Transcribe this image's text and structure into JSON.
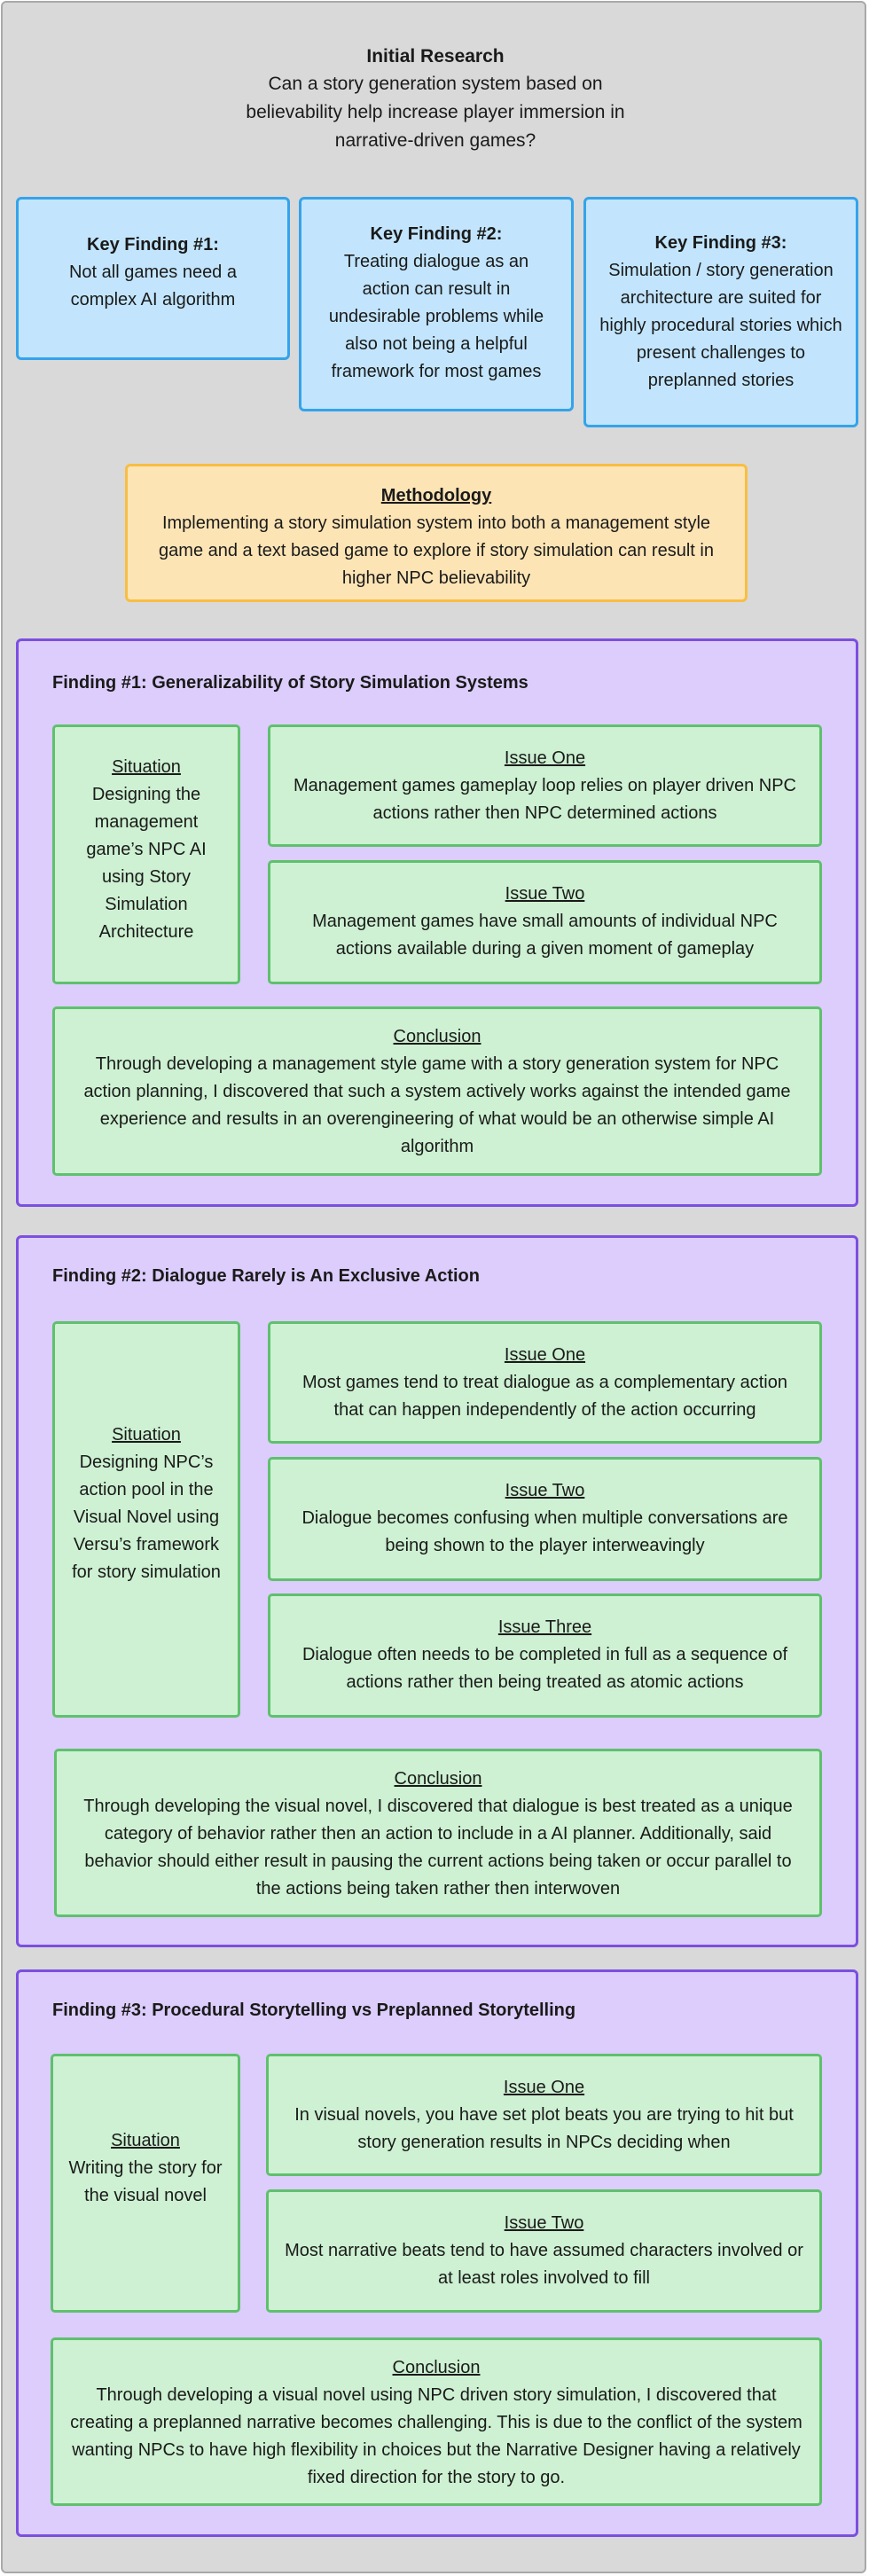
{
  "intro": {
    "title": "Initial Research",
    "question": "Can a story generation system based on believability help increase player immersion in narrative-driven games?"
  },
  "key_findings": [
    {
      "title": "Key Finding #1:",
      "text": "Not all games need a complex AI algorithm"
    },
    {
      "title": "Key Finding #2:",
      "text": "Treating dialogue as an action can result in undesirable problems while also not being a helpful framework for most games"
    },
    {
      "title": "Key Finding #3:",
      "text": "Simulation / story generation architecture are suited for highly procedural stories which present challenges to preplanned stories"
    }
  ],
  "methodology": {
    "title": "Methodology",
    "text": "Implementing a story simulation system into both a management style game and a text based game to explore if story simulation can result in higher NPC believability"
  },
  "findings": [
    {
      "title": "Finding #1: Generalizability of Story Simulation Systems",
      "situation": {
        "title": "Situation",
        "text": "Designing the management game’s NPC AI using Story Simulation Architecture"
      },
      "issues": [
        {
          "title": "Issue One",
          "text": "Management games gameplay loop relies on player driven NPC actions rather then NPC determined actions"
        },
        {
          "title": "Issue Two",
          "text": "Management games have small amounts of individual NPC actions available during a given moment of gameplay"
        }
      ],
      "conclusion": {
        "title": "Conclusion",
        "text": "Through developing a management style game with a story generation system for NPC action planning, I discovered that such a system actively works against the intended game experience and results in an overengineering of what would be an otherwise simple AI algorithm"
      }
    },
    {
      "title": "Finding #2: Dialogue Rarely is An Exclusive Action",
      "situation": {
        "title": "Situation",
        "text": "Designing NPC’s action pool in the Visual Novel using Versu’s framework for story simulation"
      },
      "issues": [
        {
          "title": "Issue One",
          "text": "Most games tend to treat dialogue as a complementary action that can happen independently of the action occurring"
        },
        {
          "title": "Issue Two",
          "text": "Dialogue becomes confusing when multiple conversations are being shown to the player interweavingly"
        },
        {
          "title": "Issue Three",
          "text": "Dialogue often needs to be completed in full as a sequence of actions rather then being treated as atomic actions"
        }
      ],
      "conclusion": {
        "title": "Conclusion",
        "text": "Through developing the visual novel, I discovered that dialogue is best treated as a unique category of behavior rather then an action to include in a AI planner. Additionally, said behavior should either result in pausing the current actions being taken or occur parallel to the actions being taken rather then interwoven"
      }
    },
    {
      "title": "Finding #3: Procedural Storytelling vs Preplanned Storytelling",
      "situation": {
        "title": "Situation",
        "text": "Writing the story for the visual novel"
      },
      "issues": [
        {
          "title": "Issue One",
          "text": "In visual novels, you have set plot beats you are trying to hit but story generation results in NPCs deciding when"
        },
        {
          "title": "Issue Two",
          "text": "Most narrative beats tend to have assumed characters involved or at least roles involved to fill"
        }
      ],
      "conclusion": {
        "title": "Conclusion",
        "text": "Through developing a visual novel using NPC driven story simulation, I discovered that creating a preplanned narrative becomes challenging. This is due to the conflict of the system wanting NPCs to have high flexibility in choices but the Narrative Designer having a relatively fixed direction for the story to go."
      }
    }
  ]
}
